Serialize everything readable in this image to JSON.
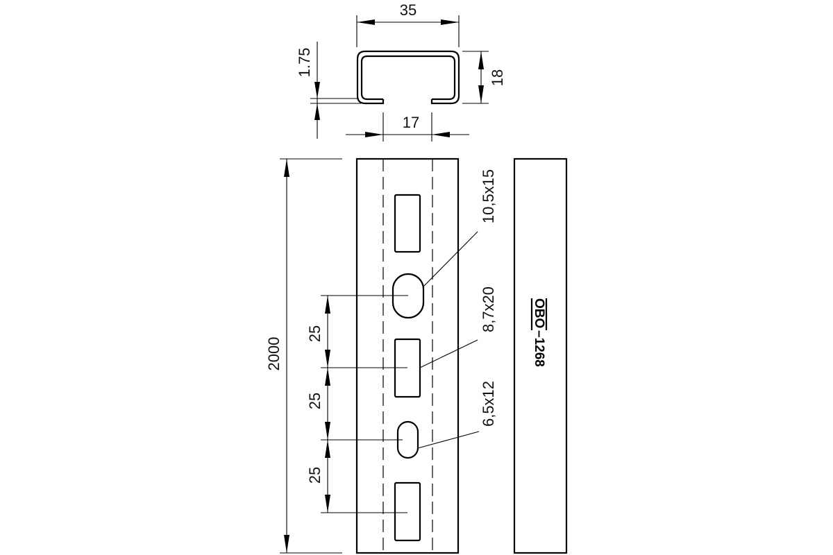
{
  "drawing": {
    "title": "Mounting rail profile drawing",
    "stroke_color": "#000000",
    "background_color": "#ffffff",
    "cross_section": {
      "width_label": "35",
      "height_label": "18",
      "thickness_label": "1.75",
      "slot_opening_label": "17"
    },
    "front_view": {
      "length_label": "2000",
      "pitch_labels": [
        "25",
        "25",
        "25"
      ],
      "hole_labels": {
        "oval_large": "10,5x15",
        "rectangular": "8,7x20",
        "oval_small": "6,5x12"
      }
    },
    "side_view": {
      "brand_logo": "OBO",
      "marking_suffix": "–1268"
    }
  }
}
